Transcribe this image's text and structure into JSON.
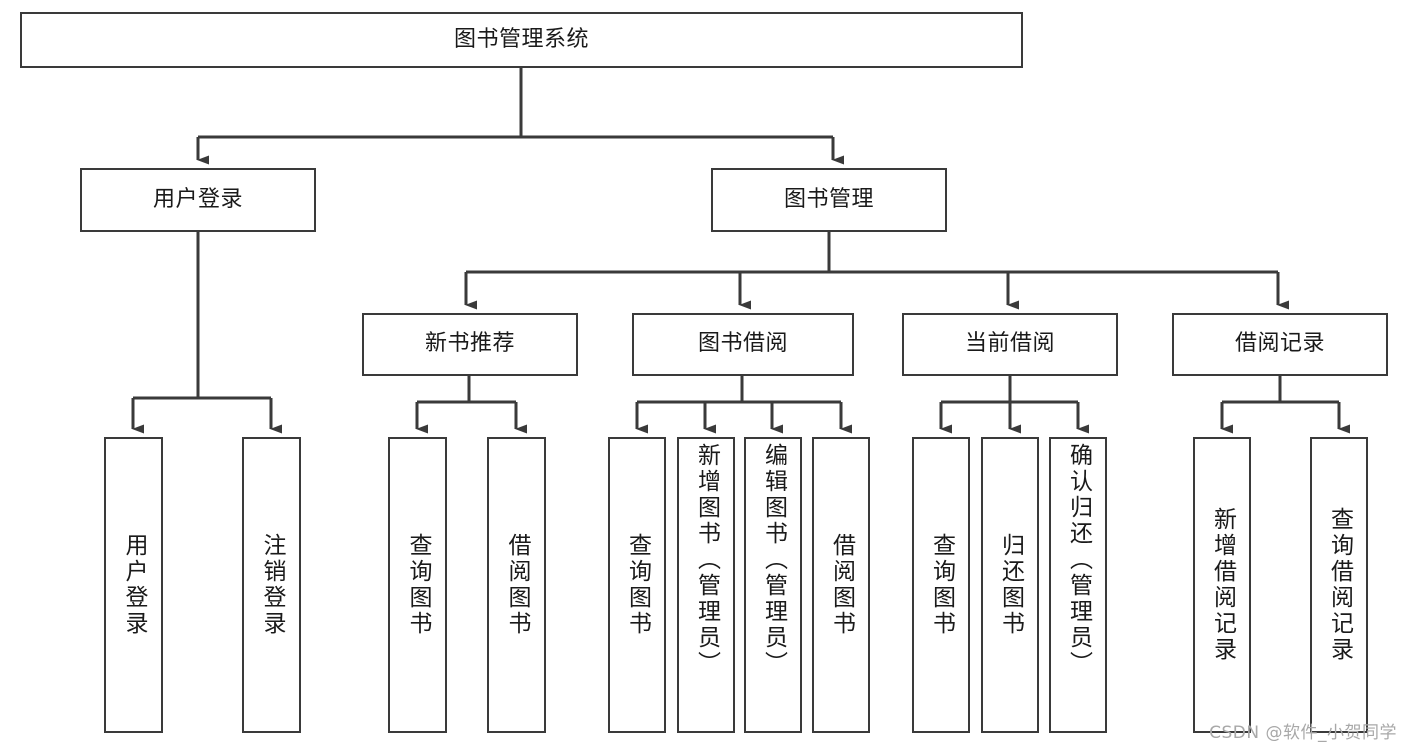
{
  "diagram": {
    "title": "图书管理系统",
    "type": "tree-hierarchy",
    "root": {
      "label": "图书管理系统"
    },
    "level2": [
      {
        "label": "用户登录"
      },
      {
        "label": "图书管理"
      }
    ],
    "level3": [
      {
        "label": "新书推荐"
      },
      {
        "label": "图书借阅"
      },
      {
        "label": "当前借阅"
      },
      {
        "label": "借阅记录"
      }
    ],
    "leaves": {
      "user_login": [
        {
          "label": "用户登录"
        },
        {
          "label": "注销登录"
        }
      ],
      "new_book_recommend": [
        {
          "label": "查询图书"
        },
        {
          "label": "借阅图书"
        }
      ],
      "book_borrow": [
        {
          "label": "查询图书"
        },
        {
          "label": "新增图书（管理员）"
        },
        {
          "label": "编辑图书（管理员）"
        },
        {
          "label": "借阅图书"
        }
      ],
      "current_borrow": [
        {
          "label": "查询图书"
        },
        {
          "label": "归还图书"
        },
        {
          "label": "确认归还（管理员）"
        }
      ],
      "borrow_record": [
        {
          "label": "新增借阅记录"
        },
        {
          "label": "查询借阅记录"
        }
      ]
    }
  },
  "watermark": {
    "text": "CSDN @软件_小贺同学"
  },
  "colors": {
    "stroke": "#3a3a3a",
    "box_fill": "#ffffff",
    "text": "#1a1a1a",
    "watermark": "#a8a8a8"
  }
}
